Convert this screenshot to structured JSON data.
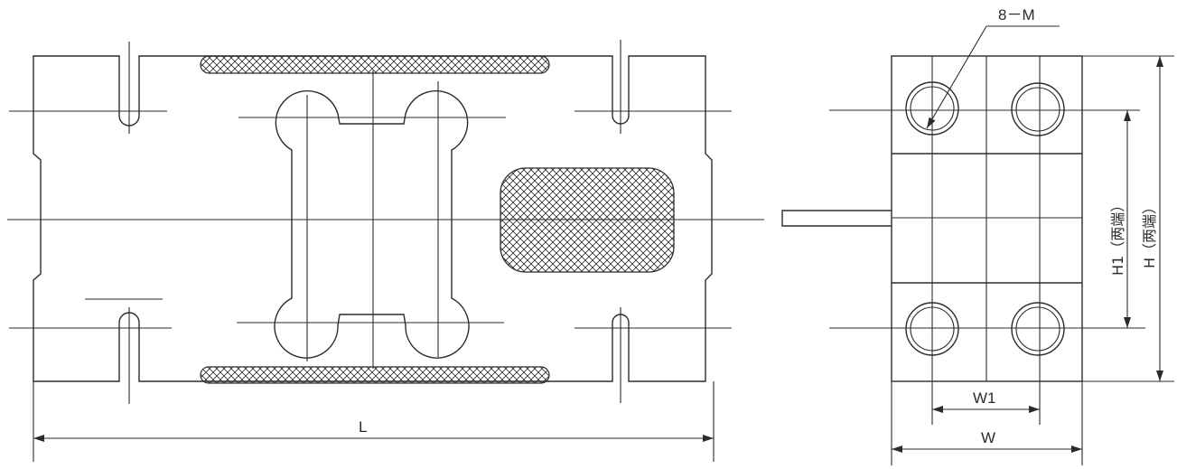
{
  "labels": {
    "hole_callout": "8－M",
    "length": "L",
    "width": "W",
    "width1": "W1",
    "height1": "H1（两端）",
    "height": "H（两端）"
  },
  "colors": {
    "line": "#2b2b2b",
    "background": "#ffffff"
  }
}
